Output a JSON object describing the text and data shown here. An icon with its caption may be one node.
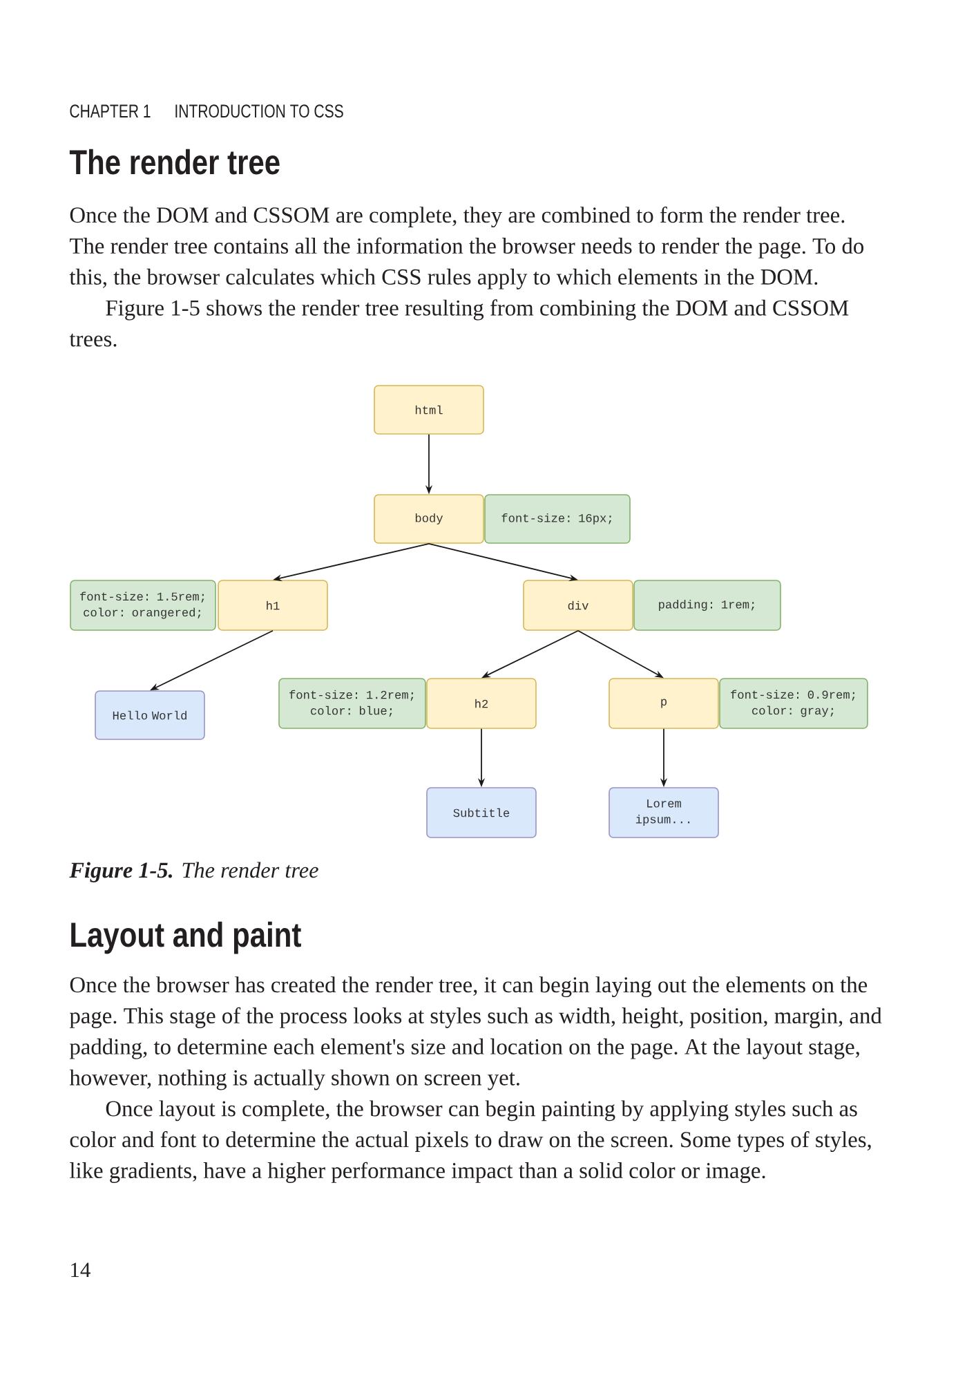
{
  "diagram": {
    "title": "The render tree",
    "caption": "**Figure 1-5.** The render tree",
    "nodes": [
      {
        "text": [
          "html"
        ]
      },
      {
        "text": [
          "body"
        ]
      },
      {
        "text": [
          "font-size: 16px;"
        ]
      },
      {
        "text": [
          "font-size: 1.5rem; color: orangered;"
        ]
      },
      {
        "text": [
          "h1"
        ]
      },
      {
        "text": [
          "div"
        ]
      },
      {
        "text": [
          "padding: 1rem;"
        ]
      },
      {
        "text": [
          "Hello World"
        ]
      },
      {
        "text": [
          "font-size: 1.2rem; color: blue;"
        ]
      },
      {
        "text": [
          "h2"
        ]
      },
      {
        "text": [
          "p"
        ]
      },
      {
        "text": [
          "font-size: 0.9rem; color: gray;"
        ]
      },
      {
        "text": [
          "Subtitle"
        ]
      },
      {
        "text": [
          "Lorem ipsum..."
        ]
      }
    ],
    "edges": [
      {
        "from": 0,
        "to": 1,
        "arrow": "to"
      },
      {
        "from": 1,
        "to": 4,
        "arrow": "to"
      },
      {
        "from": 1,
        "to": 5,
        "arrow": "to"
      },
      {
        "from": 4,
        "to": 7,
        "arrow": "to"
      },
      {
        "from": 5,
        "to": 9,
        "arrow": "to"
      },
      {
        "from": 5,
        "to": 10,
        "arrow": "to"
      },
      {
        "from": 9,
        "to": 12,
        "arrow": "to"
      },
      {
        "from": 10,
        "to": 13,
        "arrow": "to"
      }
    ],
    "labels": [
      "CHAPTER 1",
      "INTRODUCTION TO CSS",
      "Once the DOM and CSSOM are complete, they are combined to form the render tree. The render tree contains all the information the browser needs to render the page. To do this, the browser calculates which CSS rules apply to which elements in the DOM.",
      "Figure 1-5 shows the render tree resulting from combining the DOM and CSSOM trees.",
      "Layout and paint",
      "Once the browser has created the render tree, it can begin laying out the elements on the page. This stage of the process looks at styles such as width, height, position, margin, and padding, to determine each element's size and location on the page. At the layout stage, however, nothing is actually shown on screen yet.",
      "Once layout is complete, the browser can begin painting by applying styles such as color and font to determine the actual pixels to draw on the screen. Some types of styles, like gradients, have a higher performance impact than a solid color or image.",
      "14"
    ]
  }
}
